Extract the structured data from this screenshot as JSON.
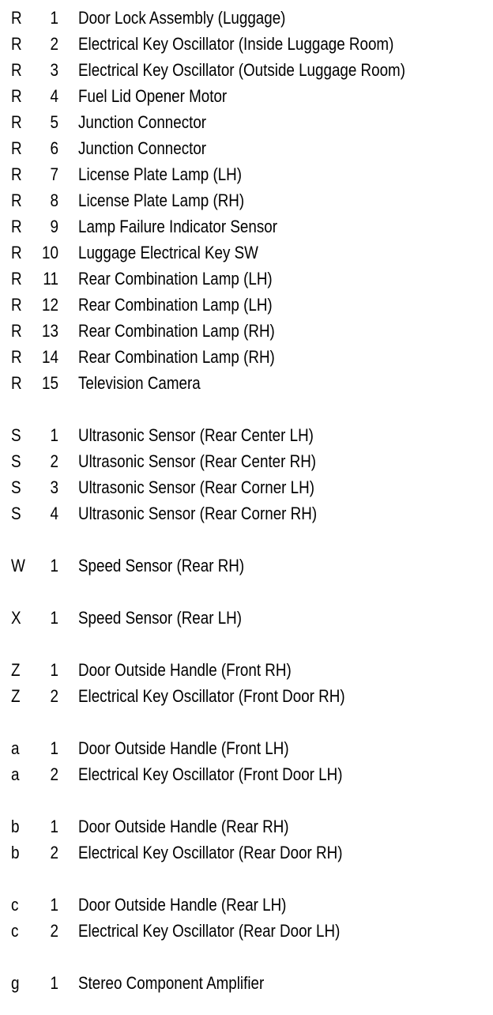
{
  "document": {
    "type": "connector-index-list",
    "background_color": "#ffffff",
    "text_color": "#000000",
    "columns": [
      "code",
      "number",
      "description"
    ]
  },
  "groups": [
    {
      "code": "R",
      "rows": [
        {
          "code": "R",
          "number": "1",
          "description": "Door Lock Assembly (Luggage)"
        },
        {
          "code": "R",
          "number": "2",
          "description": "Electrical Key Oscillator (Inside Luggage Room)"
        },
        {
          "code": "R",
          "number": "3",
          "description": "Electrical Key Oscillator (Outside Luggage Room)"
        },
        {
          "code": "R",
          "number": "4",
          "description": "Fuel Lid Opener Motor"
        },
        {
          "code": "R",
          "number": "5",
          "description": "Junction Connector"
        },
        {
          "code": "R",
          "number": "6",
          "description": "Junction Connector"
        },
        {
          "code": "R",
          "number": "7",
          "description": "License Plate Lamp (LH)"
        },
        {
          "code": "R",
          "number": "8",
          "description": "License Plate Lamp (RH)"
        },
        {
          "code": "R",
          "number": "9",
          "description": "Lamp Failure Indicator Sensor"
        },
        {
          "code": "R",
          "number": "10",
          "description": "Luggage Electrical Key SW"
        },
        {
          "code": "R",
          "number": "11",
          "description": "Rear Combination Lamp (LH)"
        },
        {
          "code": "R",
          "number": "12",
          "description": "Rear Combination Lamp (LH)"
        },
        {
          "code": "R",
          "number": "13",
          "description": "Rear Combination Lamp (RH)"
        },
        {
          "code": "R",
          "number": "14",
          "description": "Rear Combination Lamp (RH)"
        },
        {
          "code": "R",
          "number": "15",
          "description": "Television Camera"
        }
      ]
    },
    {
      "code": "S",
      "rows": [
        {
          "code": "S",
          "number": "1",
          "description": "Ultrasonic Sensor (Rear Center LH)"
        },
        {
          "code": "S",
          "number": "2",
          "description": "Ultrasonic Sensor (Rear Center RH)"
        },
        {
          "code": "S",
          "number": "3",
          "description": "Ultrasonic Sensor (Rear Corner LH)"
        },
        {
          "code": "S",
          "number": "4",
          "description": "Ultrasonic Sensor (Rear Corner RH)"
        }
      ]
    },
    {
      "code": "W",
      "rows": [
        {
          "code": "W",
          "number": "1",
          "description": "Speed Sensor (Rear RH)"
        }
      ]
    },
    {
      "code": "X",
      "rows": [
        {
          "code": "X",
          "number": "1",
          "description": "Speed Sensor (Rear LH)"
        }
      ]
    },
    {
      "code": "Z",
      "rows": [
        {
          "code": "Z",
          "number": "1",
          "description": "Door Outside Handle (Front RH)"
        },
        {
          "code": "Z",
          "number": "2",
          "description": "Electrical Key Oscillator (Front Door RH)"
        }
      ]
    },
    {
      "code": "a",
      "rows": [
        {
          "code": "a",
          "number": "1",
          "description": "Door Outside Handle (Front LH)"
        },
        {
          "code": "a",
          "number": "2",
          "description": "Electrical Key Oscillator (Front Door LH)"
        }
      ]
    },
    {
      "code": "b",
      "rows": [
        {
          "code": "b",
          "number": "1",
          "description": "Door Outside Handle (Rear RH)"
        },
        {
          "code": "b",
          "number": "2",
          "description": "Electrical Key Oscillator (Rear Door RH)"
        }
      ]
    },
    {
      "code": "c",
      "rows": [
        {
          "code": "c",
          "number": "1",
          "description": "Door Outside Handle (Rear LH)"
        },
        {
          "code": "c",
          "number": "2",
          "description": "Electrical Key Oscillator (Rear Door LH)"
        }
      ]
    },
    {
      "code": "g",
      "rows": [
        {
          "code": "g",
          "number": "1",
          "description": "Stereo Component Amplifier"
        }
      ]
    }
  ]
}
